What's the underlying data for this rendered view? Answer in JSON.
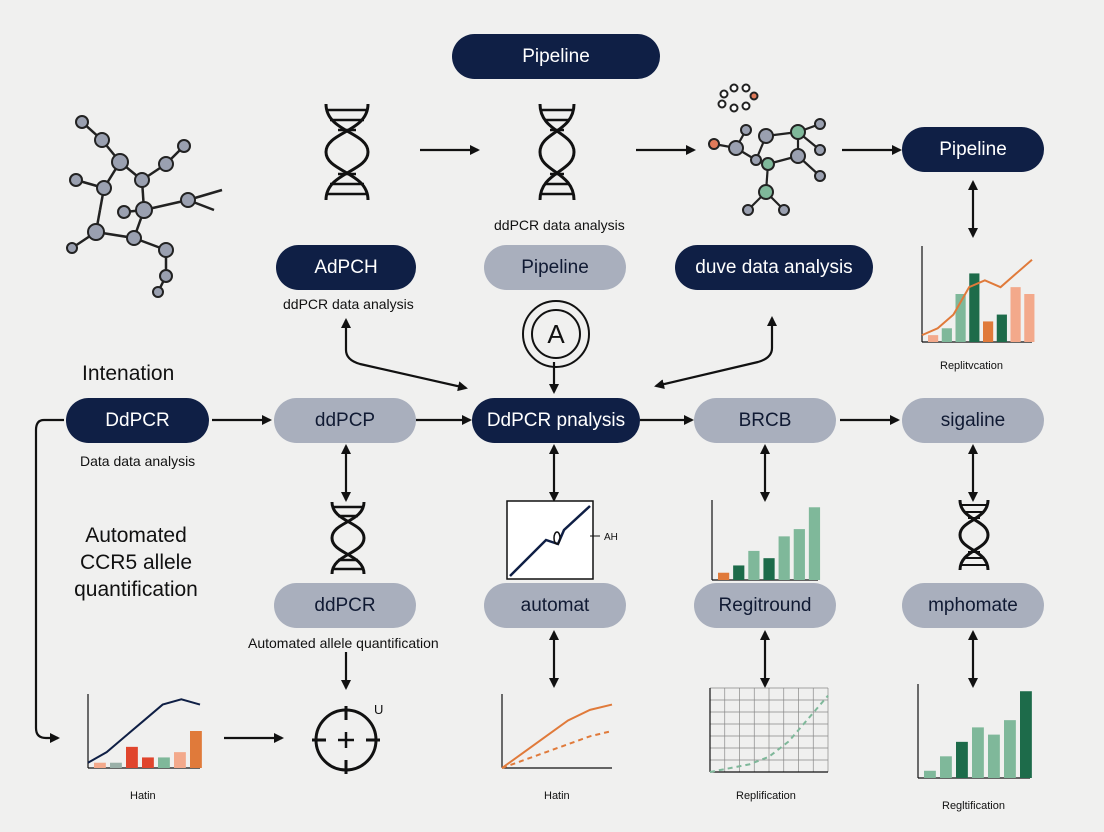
{
  "pills": {
    "top": "Pipeline",
    "right_top": "Pipeline",
    "adpch": "AdPCH",
    "pipeline_mid": "Pipeline",
    "duve": "duve data analysis",
    "ddpcr_left": "DdPCR",
    "ddpcp": "ddPCP",
    "center": "DdPCR pnalysis",
    "brcb": "BRCB",
    "sigaline": "sigaline",
    "ddpcr_lower": "ddPCR",
    "automat": "automat",
    "regitround": "Regitround",
    "mphomate": "mphomate"
  },
  "labels": {
    "ddpcr_under_dna": "ddPCR data analysis",
    "ddpcr_under_adpch": "ddPCR data analysis",
    "intenation": "Intenation",
    "data_data": "Data data analysis",
    "automated_lines": [
      "Automated",
      "CCR5 allele",
      "quantification"
    ],
    "automated_allele": "Automated allele quantification",
    "ah": "AH",
    "u_mark": "U",
    "circle_a": "A",
    "chart1_xlabel": "Replitvcation",
    "chart2_xlabel": "Hatin",
    "chart3_xlabel": "Hatin",
    "chart4_xlabel": "Replification",
    "chart5_xlabel": "Regltification"
  },
  "colors": {
    "dark": "#0f1f45",
    "light": "#a9afbd",
    "green_dark": "#1d6b4a",
    "green_light": "#7fb89a",
    "orange": "#e07a3a",
    "salmon": "#f3a98b",
    "red": "#e0452d"
  },
  "chart_data": [
    {
      "type": "bar",
      "series": [
        {
          "values": [
            1,
            2,
            7,
            10,
            3,
            4,
            8,
            7
          ]
        }
      ],
      "line": [
        1,
        2,
        4,
        8,
        9,
        8,
        10,
        12
      ],
      "xlabel": "Replitvcation"
    },
    {
      "type": "bar",
      "series": [
        {
          "values": [
            1,
            1,
            4,
            2,
            2,
            3,
            7
          ]
        }
      ],
      "line": [
        1,
        3,
        6,
        9,
        12,
        13,
        12
      ],
      "xlabel": "Hatin"
    },
    {
      "type": "line",
      "series": [
        {
          "values": [
            0,
            3,
            6,
            9,
            11,
            12
          ]
        },
        {
          "values": [
            0,
            1.5,
            3,
            4.5,
            6,
            7
          ]
        }
      ],
      "xlabel": "Hatin"
    },
    {
      "type": "line",
      "series": [
        {
          "values": [
            0,
            0.5,
            1,
            2,
            4,
            7,
            10
          ]
        }
      ],
      "xlabel": "Replification"
    },
    {
      "type": "bar",
      "series": [
        {
          "values": [
            1,
            3,
            5,
            7,
            6,
            8,
            12
          ]
        }
      ],
      "xlabel": "Regltification"
    },
    {
      "type": "bar",
      "series": [
        {
          "values": [
            1,
            2,
            4,
            3,
            6,
            7,
            10
          ]
        }
      ]
    }
  ]
}
